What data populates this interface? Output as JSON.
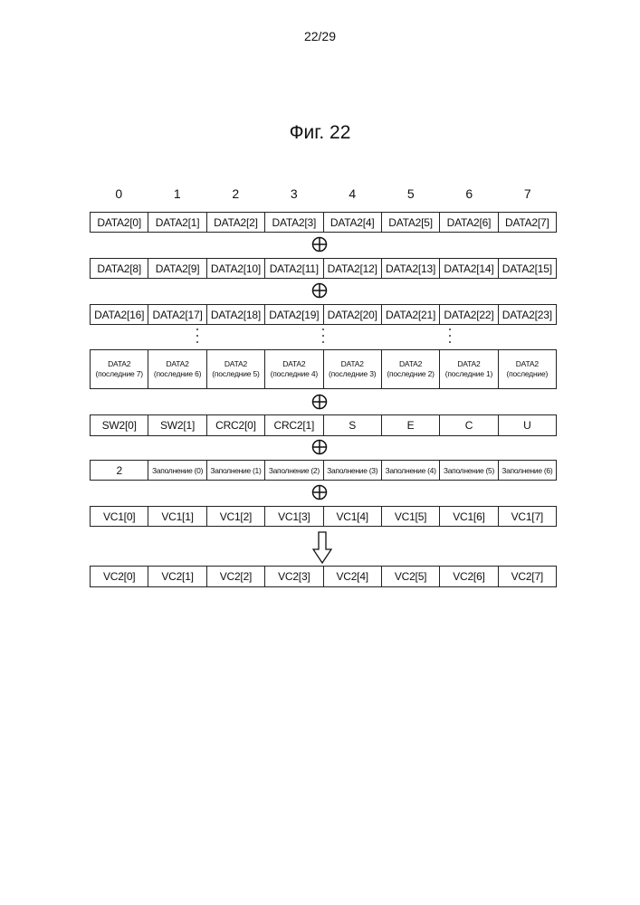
{
  "page_number": "22/29",
  "figure_title": "Фиг. 22",
  "column_headers": [
    "0",
    "1",
    "2",
    "3",
    "4",
    "5",
    "6",
    "7"
  ],
  "rows": {
    "data_row_0": [
      "DATA2[0]",
      "DATA2[1]",
      "DATA2[2]",
      "DATA2[3]",
      "DATA2[4]",
      "DATA2[5]",
      "DATA2[6]",
      "DATA2[7]"
    ],
    "data_row_1": [
      "DATA2[8]",
      "DATA2[9]",
      "DATA2[10]",
      "DATA2[11]",
      "DATA2[12]",
      "DATA2[13]",
      "DATA2[14]",
      "DATA2[15]"
    ],
    "data_row_2": [
      "DATA2[16]",
      "DATA2[17]",
      "DATA2[18]",
      "DATA2[19]",
      "DATA2[20]",
      "DATA2[21]",
      "DATA2[22]",
      "DATA2[23]"
    ],
    "last_data_row": [
      {
        "top": "DATA2",
        "bottom": "(последние 7)"
      },
      {
        "top": "DATA2",
        "bottom": "(последние 6)"
      },
      {
        "top": "DATA2",
        "bottom": "(последние 5)"
      },
      {
        "top": "DATA2",
        "bottom": "(последние 4)"
      },
      {
        "top": "DATA2",
        "bottom": "(последние 3)"
      },
      {
        "top": "DATA2",
        "bottom": "(последние 2)"
      },
      {
        "top": "DATA2",
        "bottom": "(последние 1)"
      },
      {
        "top": "DATA2",
        "bottom": "(последние)"
      }
    ],
    "header_row": [
      "SW2[0]",
      "SW2[1]",
      "CRC2[0]",
      "CRC2[1]",
      "S",
      "E",
      "C",
      "U"
    ],
    "padding_row": [
      "2",
      "Заполнение (0)",
      "Заполнение (1)",
      "Заполнение (2)",
      "Заполнение (3)",
      "Заполнение (4)",
      "Заполнение (5)",
      "Заполнение (6)"
    ],
    "vc1_row": [
      "VC1[0]",
      "VC1[1]",
      "VC1[2]",
      "VC1[3]",
      "VC1[4]",
      "VC1[5]",
      "VC1[6]",
      "VC1[7]"
    ],
    "vc2_row": [
      "VC2[0]",
      "VC2[1]",
      "VC2[2]",
      "VC2[3]",
      "VC2[4]",
      "VC2[5]",
      "VC2[6]",
      "VC2[7]"
    ]
  },
  "icons": {
    "xor_operator": "xor-icon",
    "result_arrow": "down-arrow-icon",
    "continuation": "vertical-ellipsis-icon"
  }
}
